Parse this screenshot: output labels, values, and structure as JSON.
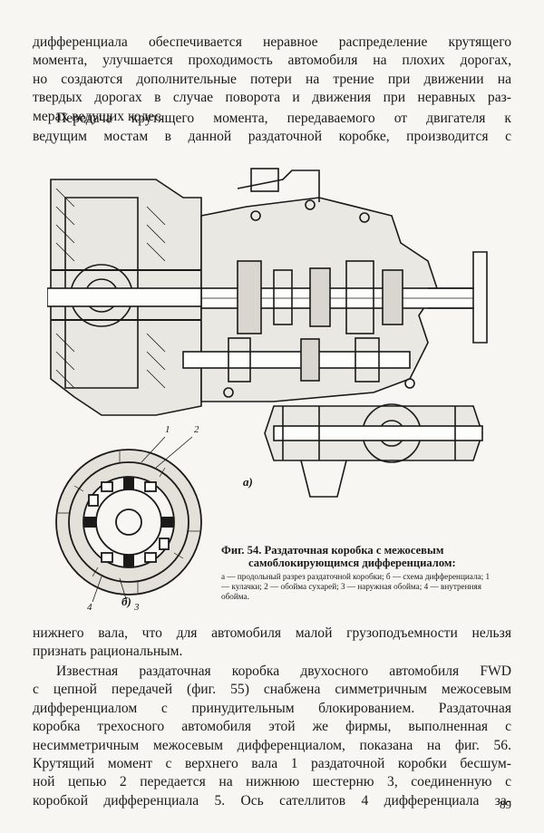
{
  "paragraph1": {
    "lines": [
      "дифференциала обеспечивается неравное распределение крутящего",
      "момента, улучшается проходимость автомобиля на плохих дорогах,",
      "но создаются дополнительные потери на трение при движении на",
      "твердых дорогах в случае поворота и движения при неравных раз-",
      "мерах ведущих колес."
    ]
  },
  "paragraph2": {
    "lines": [
      "Передача крутящего момента, передаваемого от двигателя к",
      "ведущим мостам в данной раздаточной коробке, производится с"
    ]
  },
  "figure": {
    "caption_title_1": "Фиг. 54. Раздаточная коробка с межосевым",
    "caption_title_2": "самоблокирующимся дифференциалом:",
    "caption_legend": "а — продольный разрез раздаточной коробки; б — схема дифференциала; 1 — кулачки; 2 — обойма сухарей; 3 — наружная обойма; 4 — внутренняя обойма.",
    "label_a": "а)",
    "label_b": "б)",
    "callout_1": "1",
    "callout_2": "2",
    "callout_3": "3",
    "callout_4": "4"
  },
  "paragraph3": {
    "lines": [
      "нижнего вала, что для автомобиля малой грузоподъемности нельзя",
      "признать рациональным."
    ]
  },
  "paragraph4": {
    "lines": [
      "Известная раздаточная коробка двухосного автомобиля FWD",
      "с цепной передачей (фиг. 55) снабжена симметричным межосевым",
      "дифференциалом с принудительным блокированием. Раздаточная",
      "коробка трехосного автомобиля этой же фирмы, выполненная с",
      "несимметричным межосевым дифференциалом, показана на фиг. 56.",
      "Крутящий момент с верхнего вала 1 раздаточной коробки бесшум-",
      "ной цепью 2 передается на нижнюю шестерню 3, соединенную с",
      "коробкой дифференциала 5. Ось сателлитов 4 дифференциала за-"
    ]
  },
  "page_number": "89"
}
